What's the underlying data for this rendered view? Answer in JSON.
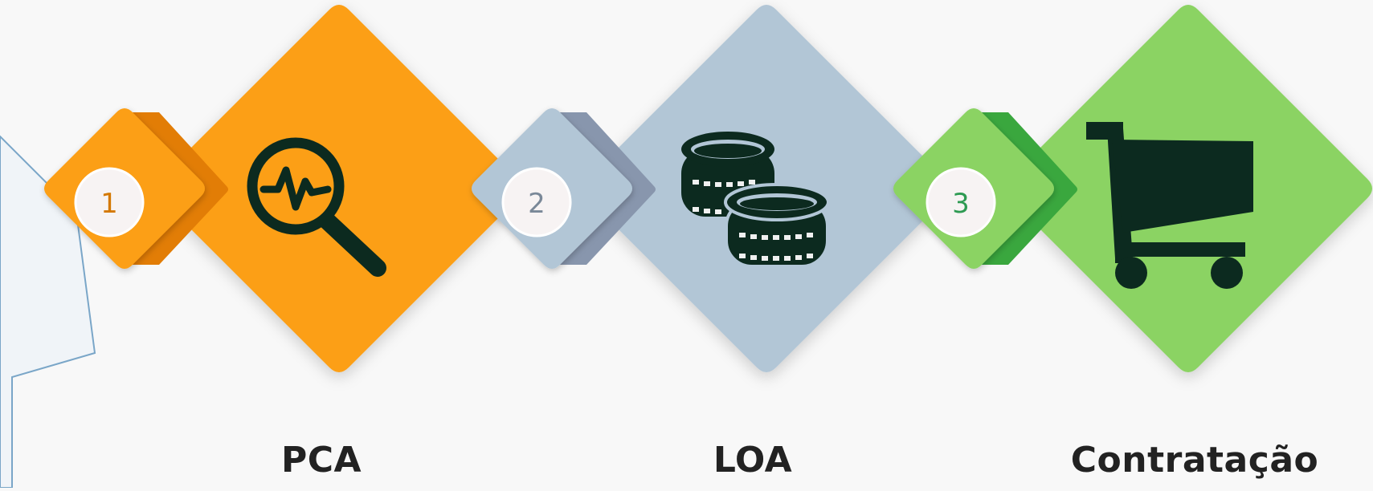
{
  "steps": [
    {
      "number": "1",
      "label": "PCA",
      "icon": "analytics-magnifier-icon",
      "color": "#fc9f12",
      "dark_color": "#e27d06",
      "number_color": "#d47800"
    },
    {
      "number": "2",
      "label": "LOA",
      "icon": "coins-stack-icon",
      "color": "#b2c6d6",
      "dark_color": "#8896ad",
      "number_color": "#7a8898"
    },
    {
      "number": "3",
      "label": "Contratação",
      "icon": "shopping-cart-icon",
      "color": "#8bd364",
      "dark_color": "#3aa73e",
      "number_color": "#2e9a52"
    }
  ],
  "icon_color": "#0c2a1f"
}
